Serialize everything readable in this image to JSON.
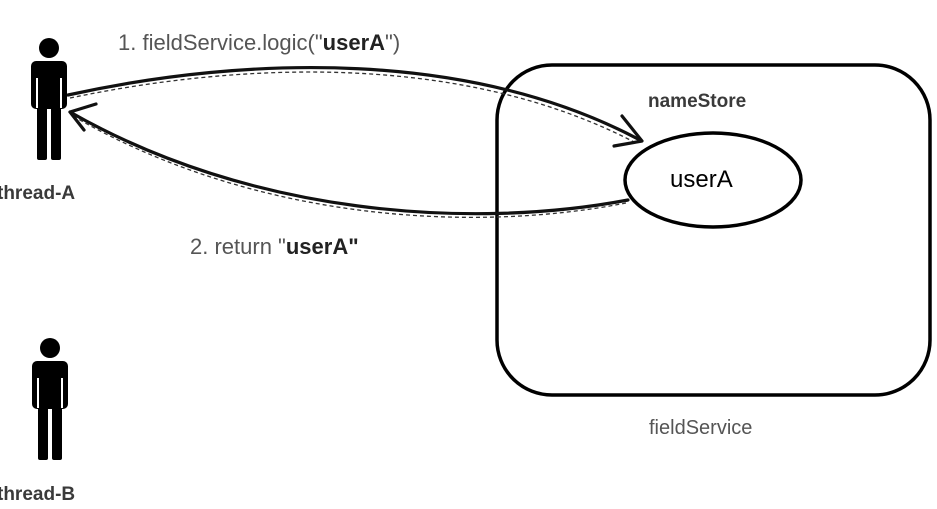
{
  "actors": [
    {
      "label": "thread-A"
    },
    {
      "label": "thread-B"
    }
  ],
  "messages": {
    "call": {
      "prefix": "1. fieldService.logic(\"",
      "arg": "userA",
      "suffix": "\")"
    },
    "return": {
      "prefix": "2. return \"",
      "value": "userA\""
    }
  },
  "service": {
    "label": "fieldService",
    "store_label": "nameStore",
    "stored_value": "userA"
  },
  "colors": {
    "stroke": "#000000",
    "text": "#555555",
    "bold_text": "#3a3a3a"
  }
}
